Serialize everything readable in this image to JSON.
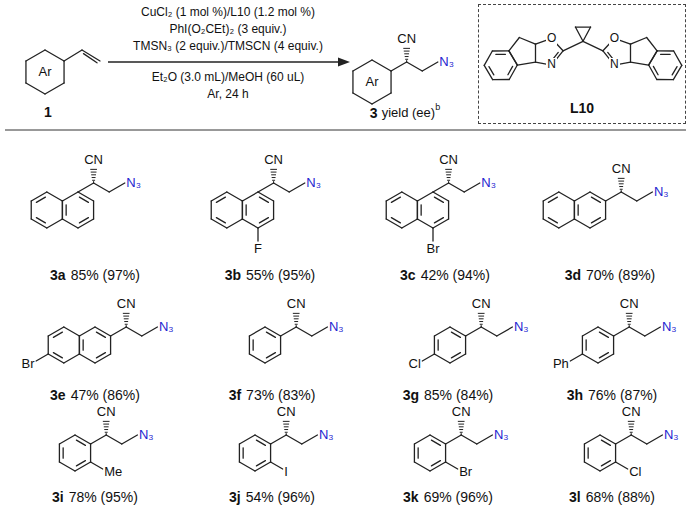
{
  "diagram": {
    "nodes": [
      {
        "text": [
          "L10"
        ]
      }
    ],
    "labels": [
      "CuCl₂ (1 mol %)/L10 (1.2 mol %)",
      "PhI(O₂CEt)₂ (3 equiv.)",
      "TMSN₃ (2 equiv.)/TMSCN (4 equiv.)",
      "Et₂O (3.0 mL)/MeOH (60 uL)",
      "Ar, 24 h",
      "Ar",
      "1",
      "Ar",
      "CN",
      "N₃",
      "3",
      "yield (ee)",
      "b",
      "O",
      "N",
      "O",
      "N",
      "3a",
      "85% (97%)",
      "CN",
      "N₃",
      "3b",
      "55% (95%)",
      "CN",
      "N₃",
      "F",
      "3c",
      "42% (94%)",
      "CN",
      "N₃",
      "Br",
      "3d",
      "70% (89%)",
      "CN",
      "N₃",
      "3e",
      "47% (86%)",
      "CN",
      "N₃",
      "Br",
      "3f",
      "73% (83%)",
      "CN",
      "N₃",
      "3g",
      "85% (84%)",
      "CN",
      "N₃",
      "Cl",
      "3h",
      "76% (87%)",
      "CN",
      "N₃",
      "Ph",
      "3i",
      "78% (95%)",
      "CN",
      "N₃",
      "Me",
      "3j",
      "54% (96%)",
      "CN",
      "N₃",
      "I",
      "3k",
      "69% (96%)",
      "CN",
      "N₃",
      "Br",
      "3l",
      "68% (88%)",
      "CN",
      "N₃",
      "Cl"
    ]
  }
}
